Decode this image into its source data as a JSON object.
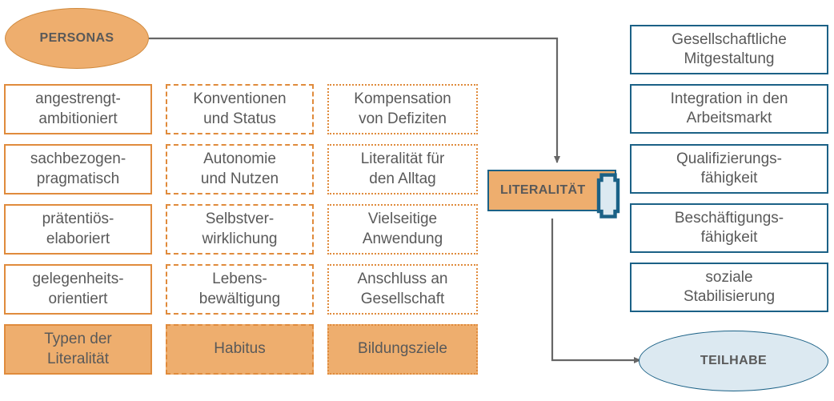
{
  "diagram": {
    "title_nodes": {
      "personas": "PERSONAS",
      "literalitaet": "LITERALITÄT",
      "teilhabe": "TEILHABE"
    },
    "colors": {
      "orange_fill": "#eeae6e",
      "orange_border": "#e08b3c",
      "blue_border": "#1b6186",
      "blue_fill": "#dce9f1",
      "text": "#595959",
      "connector": "#666666",
      "background": "#ffffff"
    },
    "columns": [
      {
        "id": "typen-der-literalitaet",
        "border_style": "solid",
        "items": [
          "angestrengt-\nambitioniert",
          "sachbezogen-\npragmatisch",
          "prätentiös-\nelaboriert",
          "gelegenheits-\norientiert"
        ],
        "footer": "Typen der\nLiteralität"
      },
      {
        "id": "habitus",
        "border_style": "dashed",
        "items": [
          "Konventionen\nund Status",
          "Autonomie\nund Nutzen",
          "Selbstver-\nwirklichung",
          "Lebens-\nbewältigung"
        ],
        "footer": "Habitus"
      },
      {
        "id": "bildungsziele",
        "border_style": "dotted",
        "items": [
          "Kompensation\nvon Defiziten",
          "Literalität für\nden Alltag",
          "Vielseitige\nAnwendung",
          "Anschluss an\nGesellschaft"
        ],
        "footer": "Bildungsziele"
      }
    ],
    "outcomes": [
      "Gesellschaftliche\nMitgestaltung",
      "Integration in den\nArbeitsmarkt",
      "Qualifizierungs-\nfähigkeit",
      "Beschäftigungs-\nfähigkeit",
      "soziale\nStabilisierung"
    ],
    "icons": {
      "literalitaet_badge": "i-beam-icon",
      "arrow_to_literalitaet": "arrow-down-icon",
      "arrow_to_teilhabe": "arrow-right-icon"
    }
  }
}
